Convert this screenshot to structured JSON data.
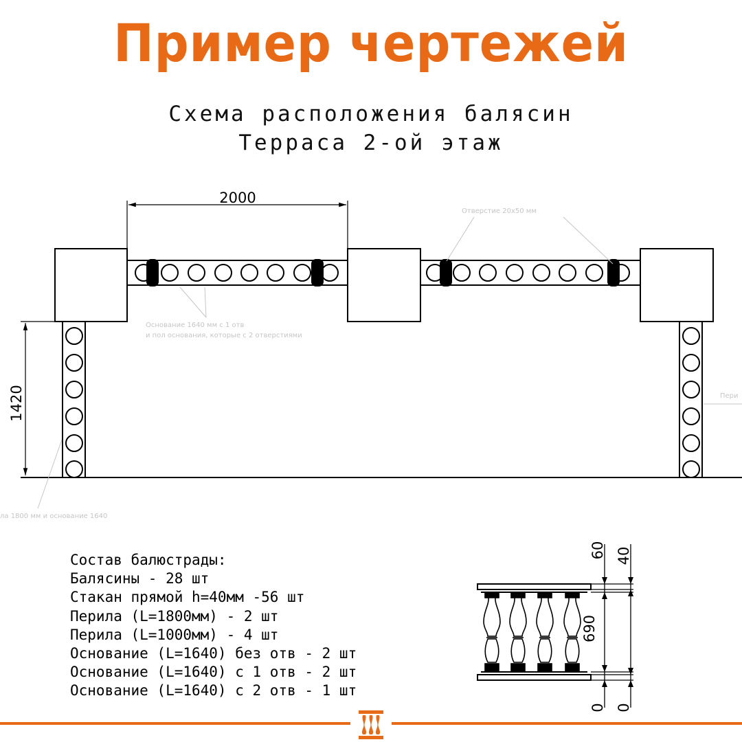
{
  "header": {
    "title": "Пример чертежей",
    "subtitle_line1": "Схема расположения балясин",
    "subtitle_line2": "Терраса 2-ой этаж"
  },
  "plan": {
    "dim_span": "2000",
    "dim_height": "1420",
    "note_hole": "Отверстие 20x50 мм",
    "note_base_line1": "Основание 1640 мм с 1 отв",
    "note_base_line2": "и пол основания, которые с 2 отверстиями",
    "note_rail_right": "Пери",
    "note_rail_bottom": "ла 1800 мм и основание 1640"
  },
  "bom": {
    "title": "Состав балюстрады:",
    "items": [
      "Балясины - 28 шт",
      "Стакан прямой h=40мм -56 шт",
      "Перила (L=1800мм) - 2 шт",
      "Перила (L=1000мм) - 4 шт",
      "Основание (L=1640) без отв - 2 шт",
      "Основание (L=1640) с 1 отв - 2 шт",
      "Основание (L=1640) с 2 отв - 1 шт"
    ]
  },
  "elevation": {
    "dim_top_left": "60",
    "dim_top_right": "40",
    "dim_middle": "690",
    "dim_bottom_left": "0",
    "dim_bottom_right": "0"
  },
  "colors": {
    "accent": "#e86a16",
    "ink": "#000000",
    "faint": "#c6c6c6"
  }
}
